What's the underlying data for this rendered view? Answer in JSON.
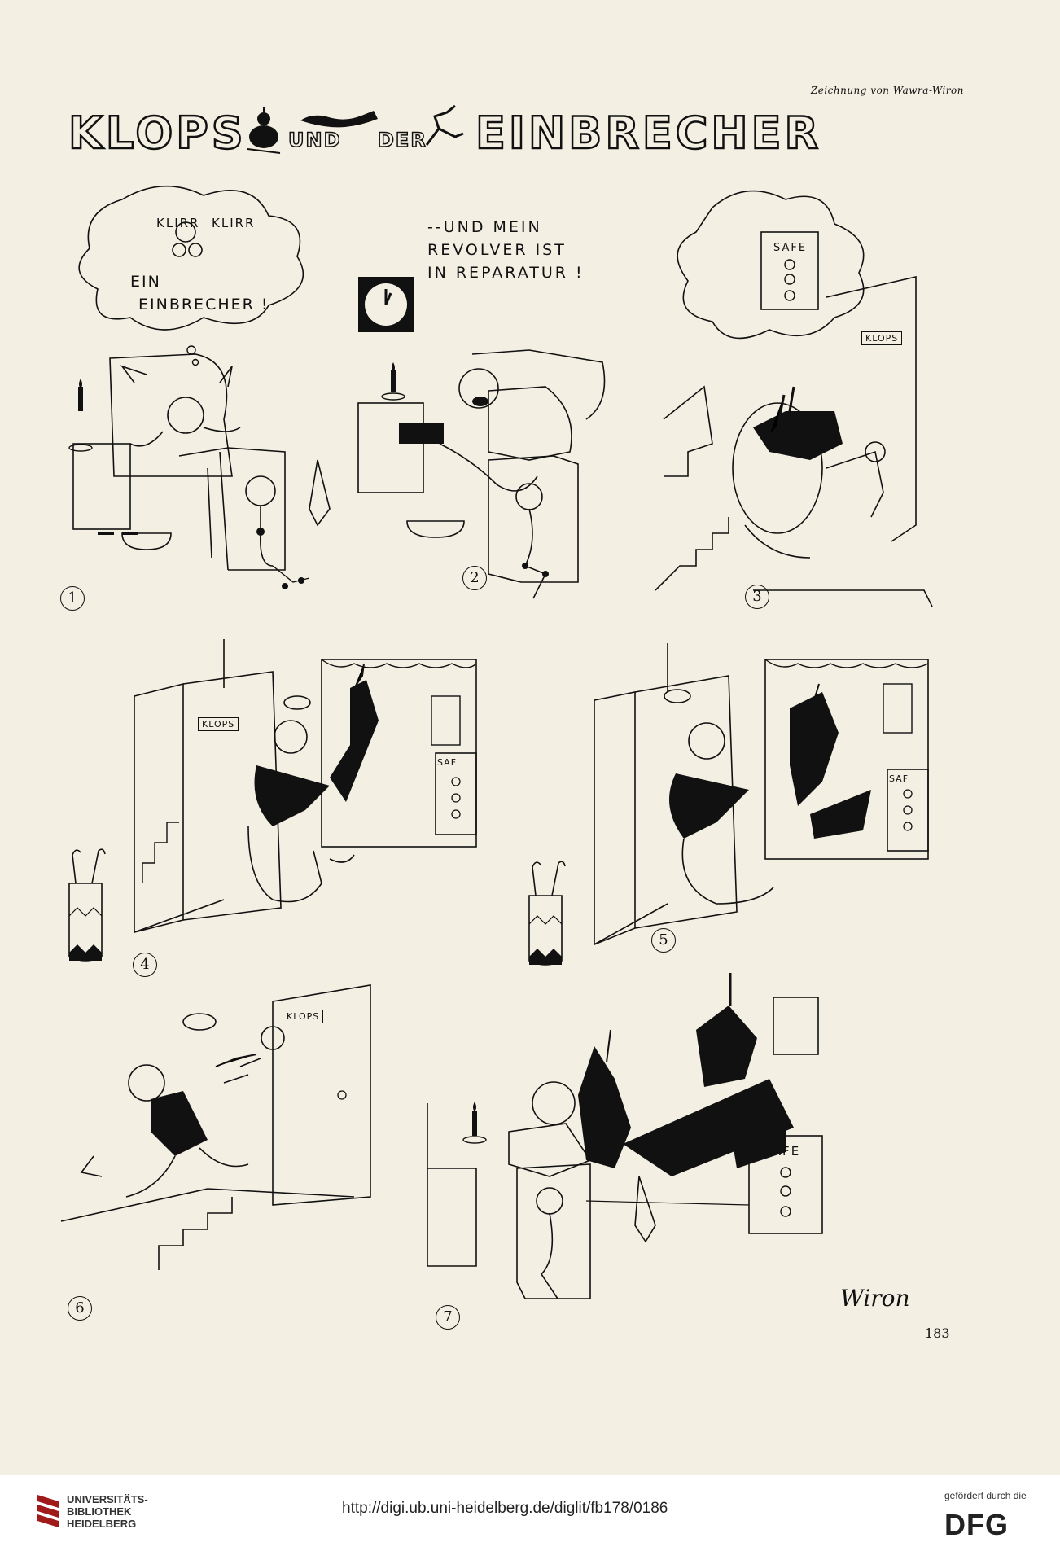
{
  "credit": "Zeichnung von Wawra-Wiron",
  "title": {
    "word1": "KLOPS",
    "word2": "UND",
    "word3": "DER",
    "word4": "EINBRECHER"
  },
  "panels": [
    {
      "number": "1",
      "bubble_lines": [
        "KLIRR",
        "KLIRR",
        "EIN",
        "EINBRECHER !"
      ]
    },
    {
      "number": "2",
      "caption": "--UND MEIN\nREVOLVER IST\nIN REPARATUR !"
    },
    {
      "number": "3",
      "bubble_label": "SAFE",
      "door_sign": "KLOPS"
    },
    {
      "number": "4",
      "door_sign": "KLOPS",
      "safe_label": "SAF"
    },
    {
      "number": "5",
      "safe_label": "SAF"
    },
    {
      "number": "6",
      "door_sign": "KLOPS"
    },
    {
      "number": "7",
      "safe_label": "SAFE"
    }
  ],
  "signature": "Wiron",
  "page_number": "183",
  "footer": {
    "library_line1": "UNIVERSITÄTS-",
    "library_line2": "BIBLIOTHEK",
    "library_line3": "HEIDELBERG",
    "url": "http://digi.ub.uni-heidelberg.de/diglit/fb178/0186",
    "funded_by": "gefördert durch die",
    "dfg": "DFG",
    "logo_color": "#a01a1a"
  }
}
